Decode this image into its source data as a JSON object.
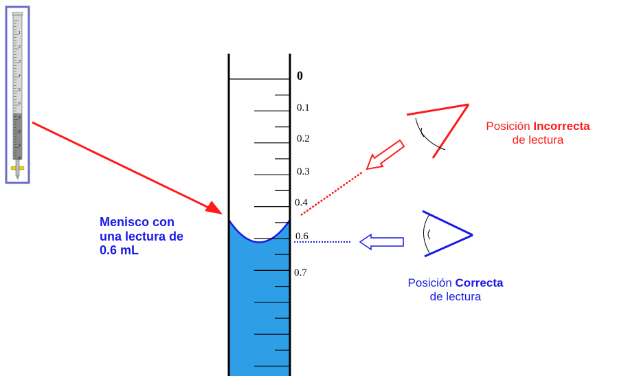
{
  "colors": {
    "liquid": "#2e9ee6",
    "incorrect": "#ff1a1a",
    "correct": "#1a1ae6",
    "tube_stroke": "#000000",
    "burette_frame": "#6b6bc9",
    "burette_body": "#8a8a8a",
    "stopcock": "#e6d21a"
  },
  "tube_scale": {
    "labels": [
      "0",
      "0.1",
      "0.2",
      "0.3",
      "0.4",
      "0.6",
      "0.7"
    ]
  },
  "burette": {
    "labels": [
      "1",
      "2",
      "3",
      "4",
      "5",
      "6",
      "7",
      "8",
      "9",
      "10"
    ]
  },
  "meniscus_note": {
    "line1": "Menisco con",
    "line2": "una lectura de",
    "line3": "0.6 mL"
  },
  "incorrect_position": {
    "prefix": "Posición ",
    "emphasis": "Incorrecta",
    "line2": "de lectura",
    "icon": "eye-icon"
  },
  "correct_position": {
    "prefix": "Posición ",
    "emphasis": "Correcta",
    "line2": "de lectura",
    "icon": "eye-icon"
  }
}
